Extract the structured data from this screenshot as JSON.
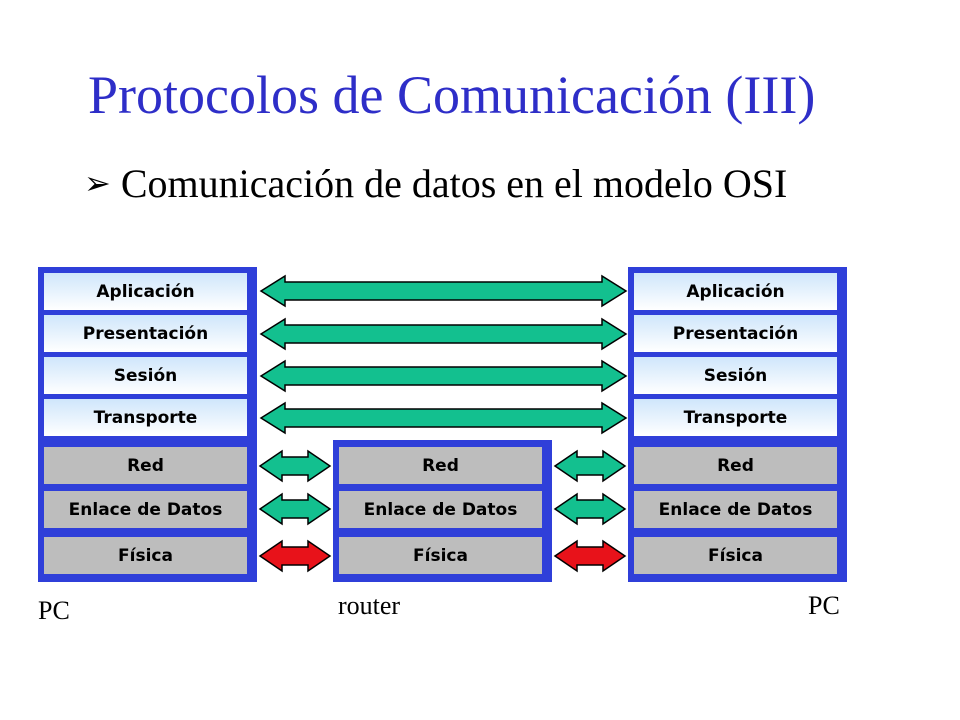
{
  "title": "Protocolos de Comunicación (III)",
  "bullet": "Comunicación de datos en el modelo OSI",
  "icons": {
    "bullet": "arrowhead-bullet-icon"
  },
  "colors": {
    "title": "#2e2ec8",
    "frame": "#2f3fd9",
    "peer_arrow": "#13c08f",
    "physical_arrow": "#e8121a",
    "upper_layer": "#cfe6fb",
    "lower_layer": "#bdbdbd"
  },
  "left_pc": {
    "label": "PC",
    "layers": [
      "Aplicación",
      "Presentación",
      "Sesión",
      "Transporte",
      "Red",
      "Enlace de Datos",
      "Física"
    ]
  },
  "router": {
    "label": "router",
    "layers": [
      "Red",
      "Enlace de Datos",
      "Física"
    ]
  },
  "right_pc": {
    "label": "PC",
    "layers": [
      "Aplicación",
      "Presentación",
      "Sesión",
      "Transporte",
      "Red",
      "Enlace de Datos",
      "Física"
    ]
  }
}
